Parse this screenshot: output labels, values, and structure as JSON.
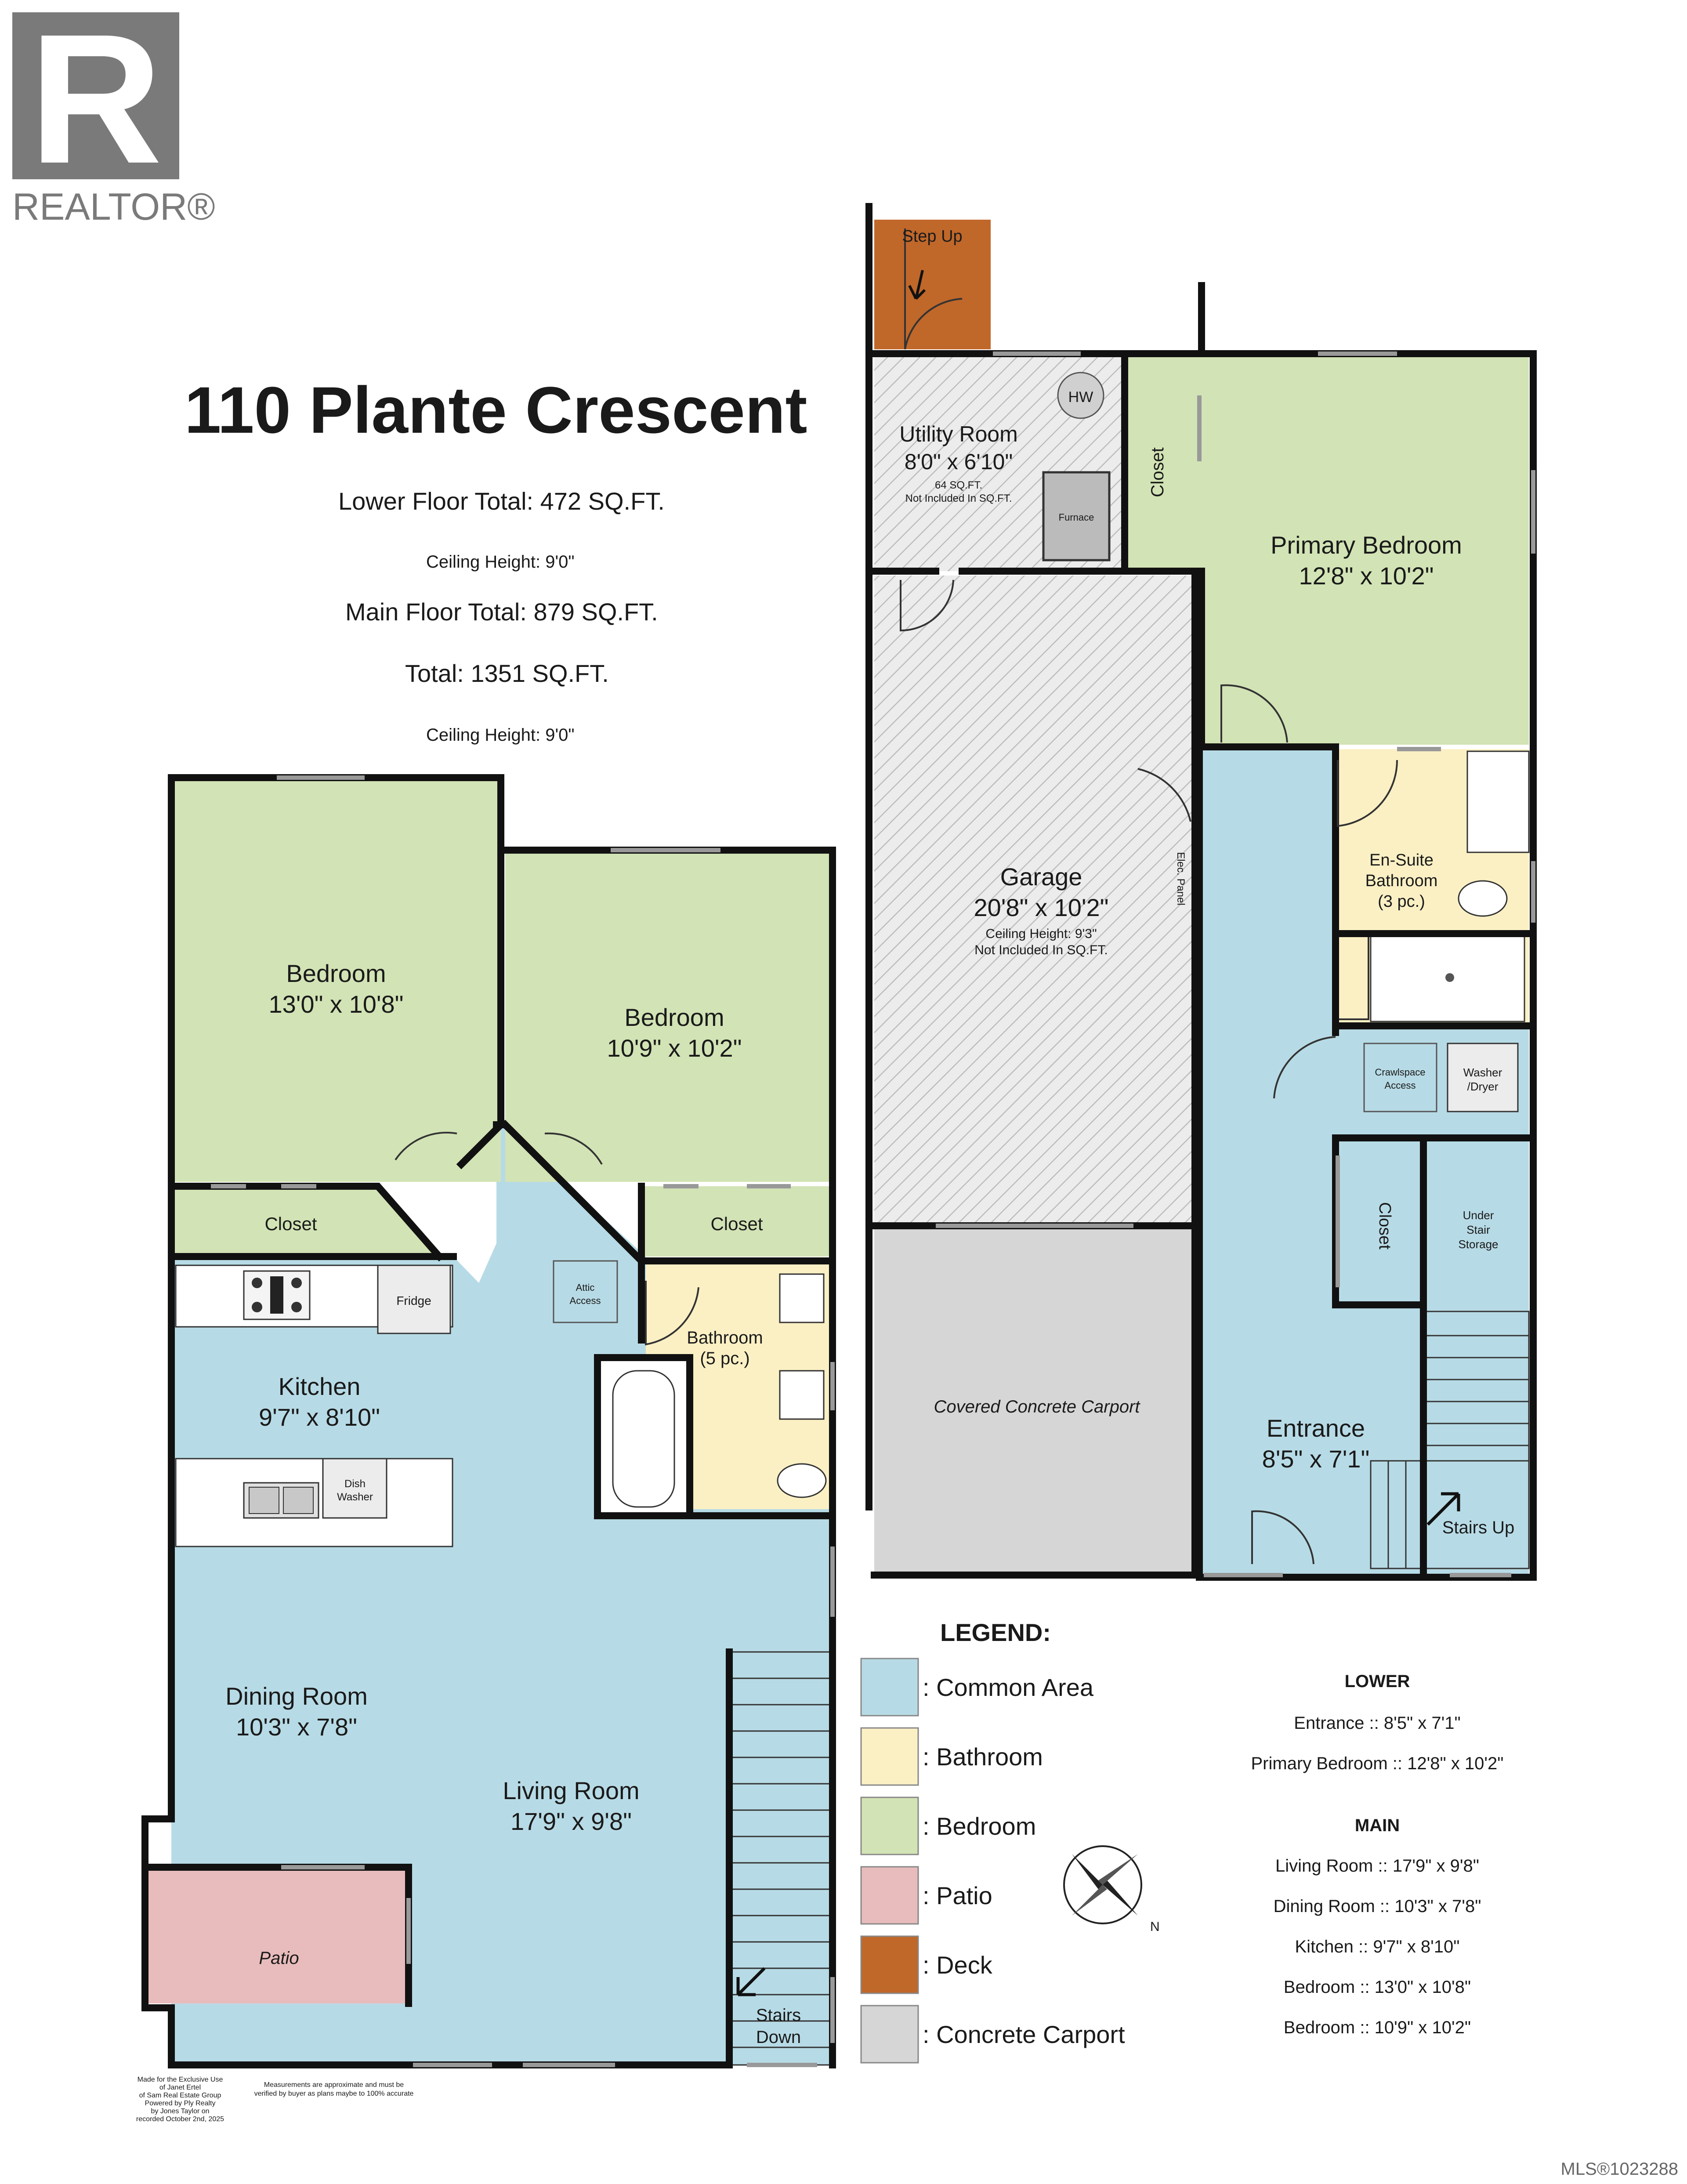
{
  "brand": {
    "logo_letter": "R",
    "logo_text": "REALTOR®"
  },
  "header": {
    "address": "110   Plante Crescent",
    "lower_total": "Lower Floor Total: 472 SQ.FT.",
    "lower_ceiling": "Ceiling Height: 9'0\"",
    "main_total": "Main Floor Total: 879 SQ.FT.",
    "total": "Total: 1351 SQ.FT.",
    "main_ceiling": "Ceiling Height: 9'0\""
  },
  "main_floor": {
    "bedroom1": {
      "name": "Bedroom",
      "dims": "13'0\" x 10'8\""
    },
    "bedroom2": {
      "name": "Bedroom",
      "dims": "10'9\" x 10'2\""
    },
    "closet1": "Closet",
    "closet2": "Closet",
    "fridge": "Fridge",
    "attic": [
      "Attic",
      "Access"
    ],
    "kitchen": {
      "name": "Kitchen",
      "dims": "9'7\" x 8'10\""
    },
    "dishwasher": [
      "Dish",
      "Washer"
    ],
    "bathroom": {
      "name": "Bathroom",
      "sub": "(5 pc.)"
    },
    "dining": {
      "name": "Dining Room",
      "dims": "10'3\" x 7'8\""
    },
    "living": {
      "name": "Living Room",
      "dims": "17'9\" x 9'8\""
    },
    "patio": "Patio",
    "stairs_down": [
      "Stairs",
      "Down"
    ]
  },
  "lower_floor": {
    "step_up": "Step Up",
    "hw": "HW",
    "utility": {
      "name": "Utility Room",
      "dims": "8'0\" x 6'10\"",
      "note1": "64 SQ.FT.",
      "note2": "Not Included In SQ.FT."
    },
    "furnace": "Furnace",
    "closet_top": "Closet",
    "primary": {
      "name": "Primary Bedroom",
      "dims": "12'8\" x 10'2\""
    },
    "garage": {
      "name": "Garage",
      "dims": "20'8\" x 10'2\"",
      "note1": "Ceiling Height: 9'3\"",
      "note2": "Not Included In SQ.FT."
    },
    "elec_panel": "Elec. Panel",
    "ensuite": {
      "name": "En-Suite",
      "name2": "Bathroom",
      "sub": "(3 pc.)"
    },
    "crawlspace": [
      "Crawlspace",
      "Access"
    ],
    "washer": [
      "Washer",
      "/Dryer"
    ],
    "closet_mid": "Closet",
    "under_stair": [
      "Under",
      "Stair",
      "Storage"
    ],
    "carport": "Covered Concrete Carport",
    "entrance": {
      "name": "Entrance",
      "dims": "8'5\" x 7'1\""
    },
    "stairs_up": "Stairs Up"
  },
  "legend": {
    "title": "LEGEND:",
    "items": [
      {
        "label": ": Common Area",
        "color": "#b7dbe6"
      },
      {
        "label": ": Bathroom",
        "color": "#fbf0c4"
      },
      {
        "label": ": Bedroom",
        "color": "#d2e3b5"
      },
      {
        "label": ": Patio",
        "color": "#e8bcbc"
      },
      {
        "label": ": Deck",
        "color": "#c0672a"
      },
      {
        "label": ": Concrete Carport",
        "color": "#d6d6d6"
      }
    ]
  },
  "summary": {
    "lower_title": "LOWER",
    "lower": [
      "Entrance :: 8'5\" x 7'1\"",
      "Primary Bedroom :: 12'8\" x 10'2\""
    ],
    "main_title": "MAIN",
    "main": [
      "Living Room :: 17'9\" x 9'8\"",
      "Dining Room :: 10'3\" x 7'8\"",
      "Kitchen :: 9'7\" x 8'10\"",
      "Bedroom :: 13'0\" x 10'8\"",
      "Bedroom :: 10'9\" x 10'2\""
    ]
  },
  "compass": {
    "label": "N"
  },
  "disclaimer_left": [
    "Made for the Exclusive Use",
    "of Janet Ertel",
    "of Sam Real Estate Group",
    "Powered by Ply Realty",
    "by Jones Taylor on",
    "recorded October 2nd, 2025"
  ],
  "disclaimer_right": [
    "Measurements are approximate and must be",
    "verified by buyer as plans maybe to 100% accurate"
  ],
  "mls": "MLS®1023288",
  "colors": {
    "common": "#b7dbe6",
    "bathroom": "#fbf0c4",
    "bedroom": "#d2e3b5",
    "patio": "#e8bcbc",
    "deck": "#c0672a",
    "carport": "#d6d6d6",
    "garage": "#e9e9e9"
  }
}
